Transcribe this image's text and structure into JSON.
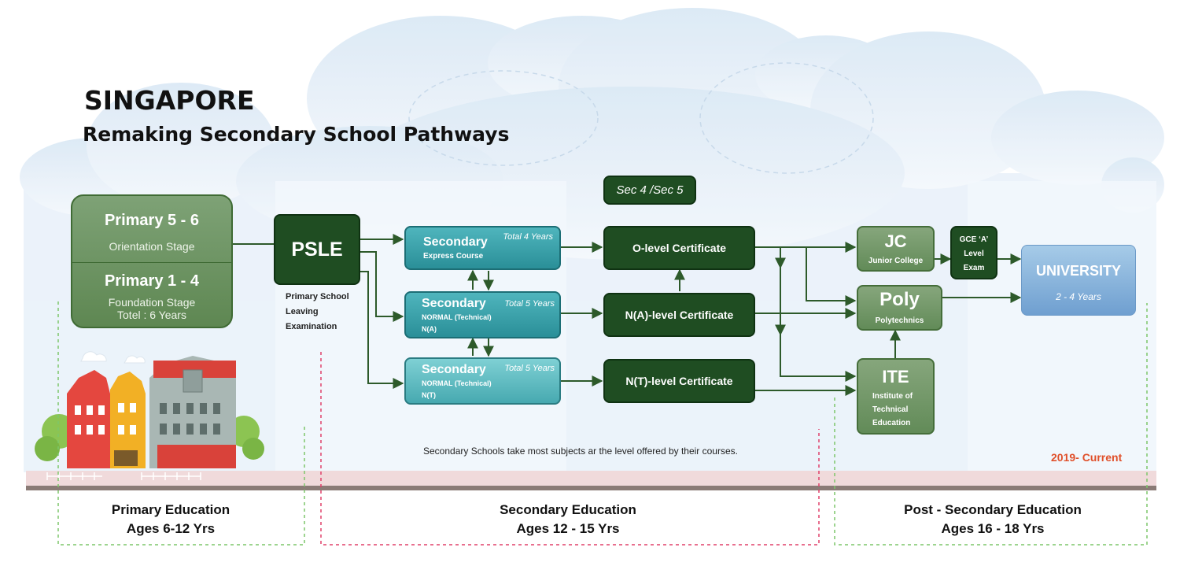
{
  "header": {
    "title": "SINGAPORE",
    "subtitle": "Remaking Secondary School Pathways"
  },
  "primary": {
    "upper_title": "Primary 5 - 6",
    "upper_sub": "Orientation Stage",
    "lower_title": "Primary 1 - 4",
    "lower_sub": "Foundation Stage",
    "lower_total": "Totel : 6 Years"
  },
  "psle": {
    "label": "PSLE",
    "caption": "Primary School Leaving Examination"
  },
  "secondary": [
    {
      "title": "Secondary",
      "sub1": "Express Course",
      "sub2": "",
      "years": "Total 4 Years"
    },
    {
      "title": "Secondary",
      "sub1": "NORMAL (Technical)",
      "sub2": "N(A)",
      "years": "Total 5 Years"
    },
    {
      "title": "Secondary",
      "sub1": "NORMAL (Technical)",
      "sub2": "N(T)",
      "years": "Total 5 Years"
    }
  ],
  "sec_stage_label": "Sec 4 /Sec 5",
  "certificates": [
    {
      "label": "O-level Certificate"
    },
    {
      "label": "N(A)-level Certificate"
    },
    {
      "label": "N(T)-level Certificate"
    }
  ],
  "jc": {
    "title": "JC",
    "sub": "Junior College"
  },
  "gce": {
    "line1": "GCE ‘A’",
    "line2": "Level",
    "line3": "Exam"
  },
  "university": {
    "title": "UNIVERSITY",
    "sub": "2 - 4 Years"
  },
  "poly": {
    "title": "Poly",
    "sub": "Polytechnics"
  },
  "ite": {
    "title": "ITE",
    "line1": "Institute of",
    "line2": "Technical",
    "line3": "Education"
  },
  "footnote": "Secondary Schools take most subjects ar the level offered by their courses.",
  "version": "2019- Current",
  "segments": [
    {
      "name": "Primary Education",
      "ages": "Ages 6-12 Yrs"
    },
    {
      "name": "Secondary Education",
      "ages": "Ages 12 - 15 Yrs"
    },
    {
      "name": "Post - Secondary Education",
      "ages": "Ages 16 - 18 Yrs"
    }
  ],
  "colors": {
    "dark_green": "#1f4d22",
    "primary_green": "#6e9563",
    "teal": "#3aa3ab",
    "university_blue": "#8fb8e0",
    "version_orange": "#e0502a",
    "primary_border": "#7dc66a",
    "secondary_border": "#e0406a"
  }
}
